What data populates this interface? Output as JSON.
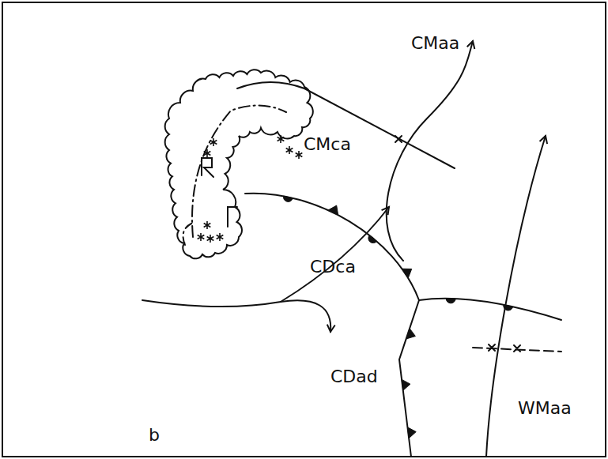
{
  "diagram": {
    "labels": [
      "CMca",
      "CMaa",
      "CDca",
      "CDad",
      "WMaa",
      "b"
    ]
  }
}
